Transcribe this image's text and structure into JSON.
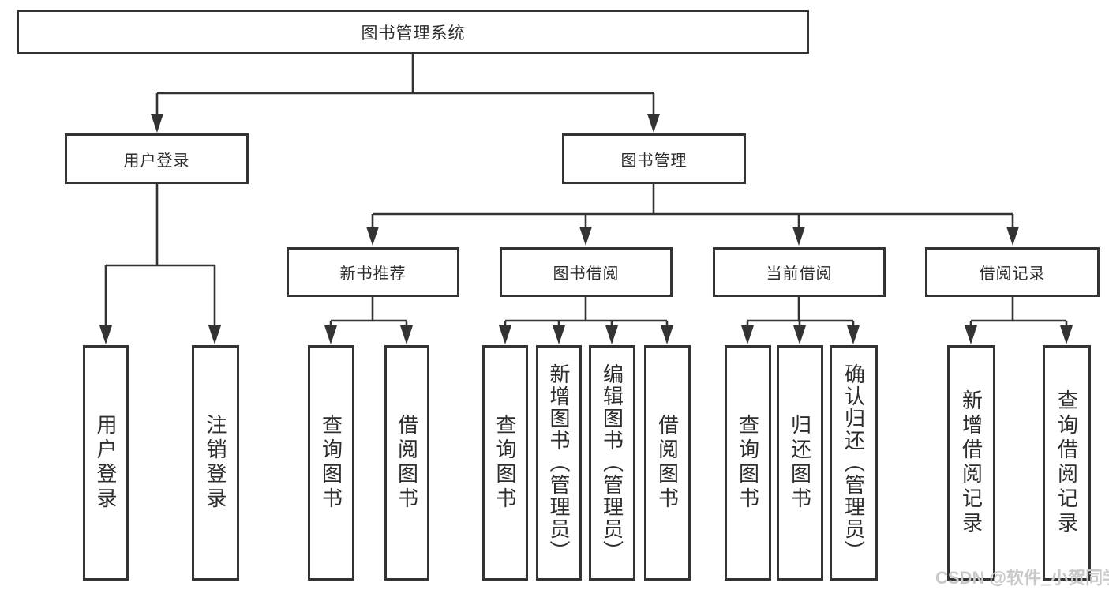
{
  "diagram_title": "图书管理系统",
  "nodes": {
    "root": {
      "label": "图书管理系统"
    },
    "user_login": {
      "label": "用户登录"
    },
    "book_management": {
      "label": "图书管理"
    },
    "new_book_recommend": {
      "label": "新书推荐"
    },
    "book_borrowing": {
      "label": "图书借阅"
    },
    "current_borrowing": {
      "label": "当前借阅"
    },
    "borrowing_records": {
      "label": "借阅记录"
    },
    "leaf_user_login": {
      "label": "用户登录"
    },
    "leaf_logout": {
      "label": "注销登录"
    },
    "leaf_nbr_query_books": {
      "label": "查询图书"
    },
    "leaf_nbr_borrow_books": {
      "label": "借阅图书"
    },
    "leaf_bb_query_books": {
      "label": "查询图书"
    },
    "leaf_bb_add_books": {
      "label": "新增图书（管理员）"
    },
    "leaf_bb_edit_books": {
      "label": "编辑图书（管理员）"
    },
    "leaf_bb_borrow_books": {
      "label": "借阅图书"
    },
    "leaf_cb_query_books": {
      "label": "查询图书"
    },
    "leaf_cb_return_books": {
      "label": "归还图书"
    },
    "leaf_cb_confirm_return": {
      "label": "确认归还（管理员）"
    },
    "leaf_br_add_record": {
      "label": "新增借阅记录"
    },
    "leaf_br_query_record": {
      "label": "查询借阅记录"
    }
  },
  "watermark": {
    "text": "CSDN @软件_小贺同学"
  },
  "colors": {
    "line": "#333333",
    "box_border": "#333333",
    "text": "#2d2d2d",
    "watermark": "#c9c9c9",
    "background": "#ffffff"
  }
}
